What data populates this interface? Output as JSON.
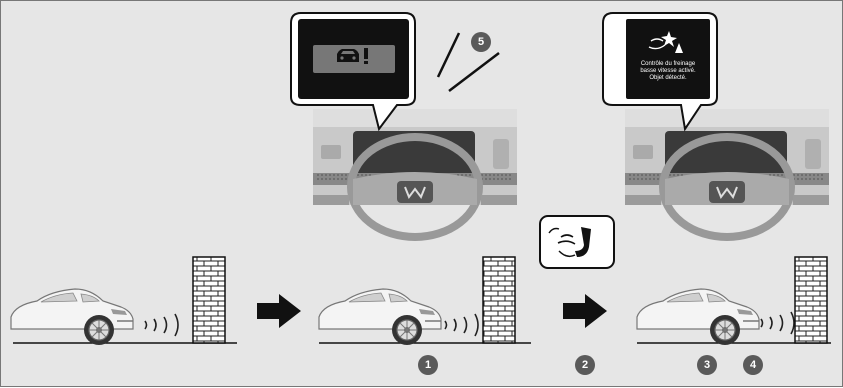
{
  "callouts": [
    "1",
    "2",
    "3",
    "4",
    "5"
  ],
  "display_message": {
    "line1": "Contrôle du freinage",
    "line2": "basse vitesse activé.",
    "line3": "Objet détecté."
  },
  "icons": {
    "warning": "car-exclamation-icon",
    "brake_control": "brake-control-icon",
    "braking_pedal": "automatic-braking-pedal-icon",
    "arrow": "right-arrow-icon",
    "wall": "brick-wall-icon",
    "sensor": "parking-sensor-waves-icon"
  },
  "colors": {
    "background": "#e6e6e6",
    "callout_fill": "#5a5a5a",
    "display_bg": "#111111"
  }
}
